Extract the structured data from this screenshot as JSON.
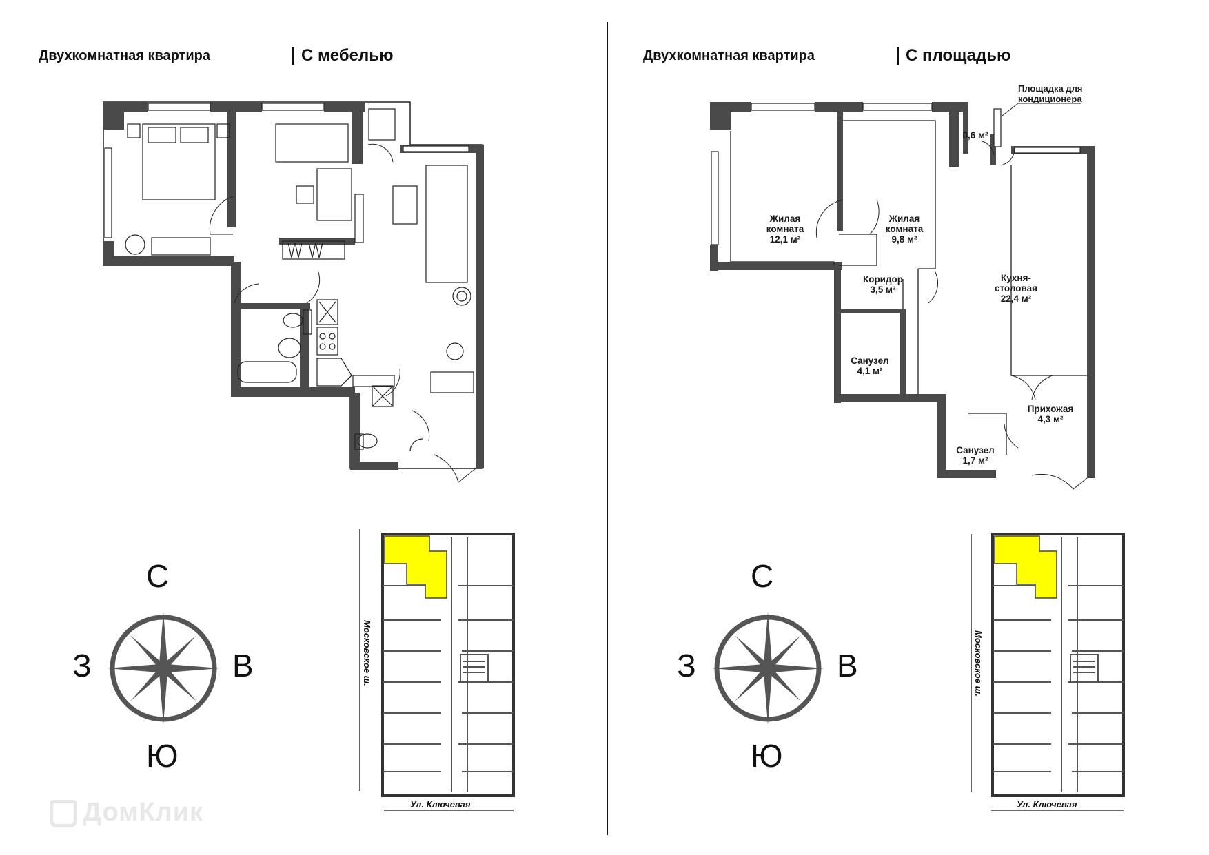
{
  "left_panel": {
    "title": "Двухкомнатная квартира",
    "variant": "С мебелью"
  },
  "right_panel": {
    "title": "Двухкомнатная квартира",
    "variant": "С площадью",
    "ac_label_line1": "Площадка для",
    "ac_label_line2": "кондиционера",
    "rooms": {
      "ac_area": "0,6 м²",
      "living1_l1": "Жилая",
      "living1_l2": "комната",
      "living1_area": "12,1 м²",
      "living2_l1": "Жилая",
      "living2_l2": "комната",
      "living2_area": "9,8 м²",
      "corridor": "Коридор",
      "corridor_area": "3,5 м²",
      "kitchen_l1": "Кухня-",
      "kitchen_l2": "столовая",
      "kitchen_area": "22,4 м²",
      "bath1": "Санузел",
      "bath1_area": "4,1 м²",
      "hall": "Прихожая",
      "hall_area": "4,3 м²",
      "bath2": "Санузел",
      "bath2_area": "1,7 м²"
    }
  },
  "compass": {
    "north": "С",
    "south": "Ю",
    "west": "З",
    "east": "В"
  },
  "site_plan": {
    "street_side": "Московское ш.",
    "street_bottom": "Ул. Ключевая",
    "highlight_color": "#ffff00"
  },
  "colors": {
    "wall": "#4a4a4a",
    "compass": "#555555"
  },
  "watermark": "ДомКлик"
}
